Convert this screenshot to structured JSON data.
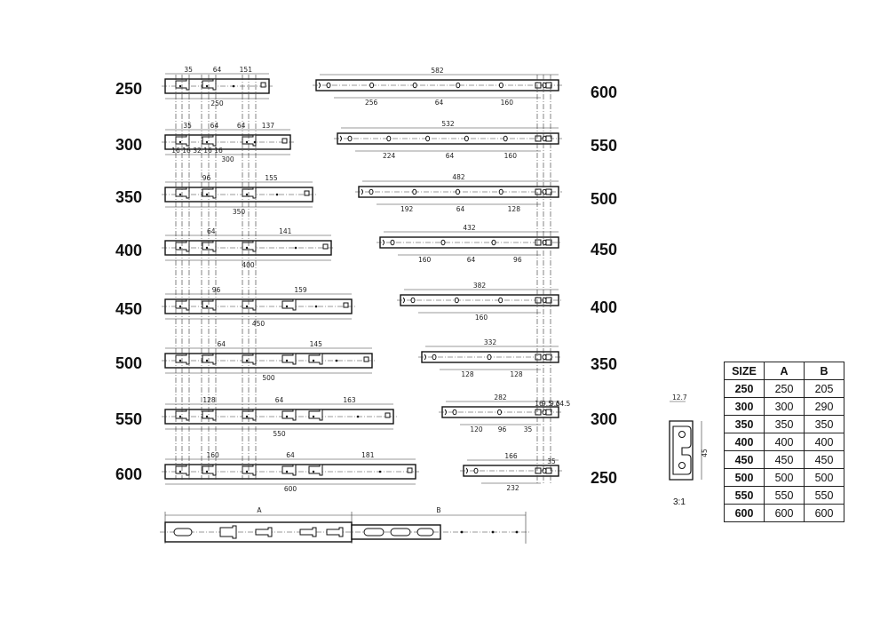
{
  "left_rails": [
    {
      "size": "250",
      "dims_top": [
        "35",
        "64",
        "151"
      ],
      "dim_bottom": "250"
    },
    {
      "size": "300",
      "dims_top": [
        "35",
        "64",
        "64",
        "137"
      ],
      "dim_bottom": "300",
      "small_dims": [
        "16",
        "16",
        "32",
        "16",
        "16"
      ]
    },
    {
      "size": "350",
      "dims_top": [
        "96",
        "155"
      ],
      "dim_bottom": "350"
    },
    {
      "size": "400",
      "dims_top": [
        "64",
        "141"
      ],
      "dim_bottom": "400"
    },
    {
      "size": "450",
      "dims_top": [
        "96",
        "159"
      ],
      "dim_bottom": "450"
    },
    {
      "size": "500",
      "dims_top": [
        "64",
        "145"
      ],
      "dim_bottom": "500"
    },
    {
      "size": "550",
      "dims_top": [
        "128",
        "64",
        "163"
      ],
      "dim_bottom": "550"
    },
    {
      "size": "600",
      "dims_top": [
        "160",
        "64",
        "181"
      ],
      "dim_bottom": "600"
    }
  ],
  "right_rails": [
    {
      "size": "600",
      "dim_top": "582",
      "dims_bottom": [
        "256",
        "64",
        "160"
      ]
    },
    {
      "size": "550",
      "dim_top": "532",
      "dims_bottom": [
        "224",
        "64",
        "160"
      ]
    },
    {
      "size": "500",
      "dim_top": "482",
      "dims_bottom": [
        "192",
        "64",
        "128"
      ]
    },
    {
      "size": "450",
      "dim_top": "432",
      "dims_bottom": [
        "160",
        "64",
        "96"
      ]
    },
    {
      "size": "400",
      "dim_top": "382",
      "dims_bottom": [
        "160"
      ]
    },
    {
      "size": "350",
      "dim_top": "332",
      "dims_bottom": [
        "128",
        "128"
      ]
    },
    {
      "size": "300",
      "dim_top": "282",
      "dims_bottom": [
        "120",
        "96",
        "35"
      ],
      "small_dims": [
        "16",
        "9.5",
        "9.5",
        "ø4.5"
      ]
    },
    {
      "size": "250",
      "dim_top": "166",
      "dims_bottom": [
        "232"
      ],
      "extra_dim": "35"
    }
  ],
  "assembly": {
    "label_a": "A",
    "label_b": "B"
  },
  "profile": {
    "dim_width": "12.7",
    "dim_height": "45",
    "scale": "3:1"
  },
  "size_table": {
    "headers": [
      "SIZE",
      "A",
      "B"
    ],
    "rows": [
      [
        "250",
        "250",
        "205"
      ],
      [
        "300",
        "300",
        "290"
      ],
      [
        "350",
        "350",
        "350"
      ],
      [
        "400",
        "400",
        "400"
      ],
      [
        "450",
        "450",
        "450"
      ],
      [
        "500",
        "500",
        "500"
      ],
      [
        "550",
        "550",
        "550"
      ],
      [
        "600",
        "600",
        "600"
      ]
    ]
  }
}
